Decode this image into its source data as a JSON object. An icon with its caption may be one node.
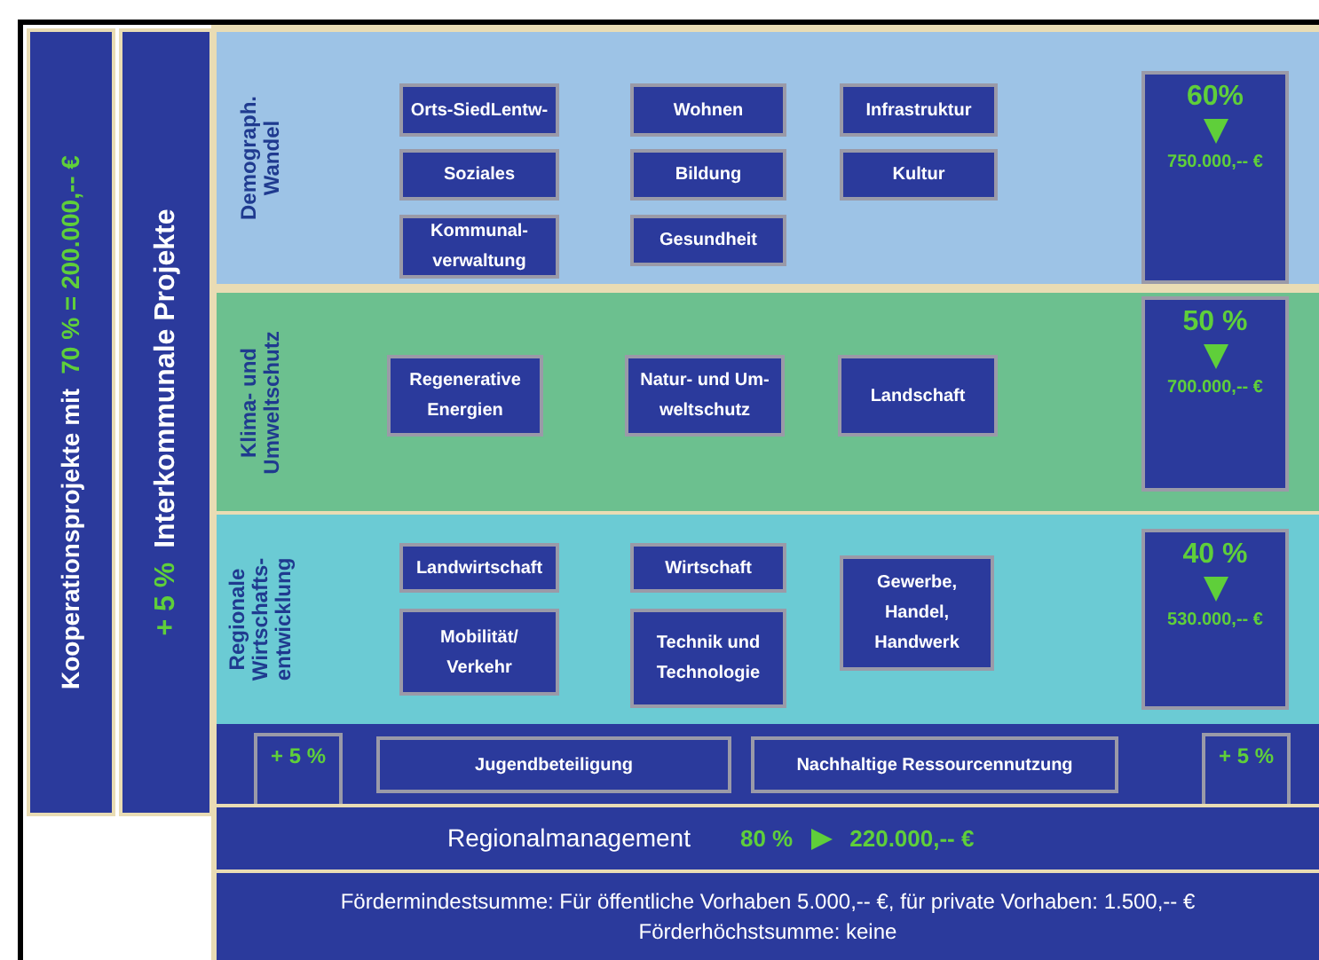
{
  "diagram": {
    "nodes": [
      {
        "text": [
          "Kooperationsprojekte mit",
          "70 % = 200.000,-- €"
        ]
      },
      {
        "text": [
          "+ 5 %",
          "Interkommunale Projekte"
        ]
      },
      {
        "text": [
          "Demograph. Wandel"
        ]
      },
      {
        "text": [
          "Orts-SiedLentw-"
        ],
        "in": 2
      },
      {
        "text": [
          "Wohnen"
        ],
        "in": 2
      },
      {
        "text": [
          "Infrastruktur"
        ],
        "in": 2
      },
      {
        "text": [
          "Soziales"
        ],
        "in": 2
      },
      {
        "text": [
          "Bildung"
        ],
        "in": 2
      },
      {
        "text": [
          "Kultur"
        ],
        "in": 2
      },
      {
        "text": [
          "Kommunal- verwaltung"
        ],
        "in": 2
      },
      {
        "text": [
          "Gesundheit"
        ],
        "in": 2
      },
      {
        "text": [
          "60%",
          "750.000,-- €"
        ],
        "in": 2
      },
      {
        "text": [
          "Klima- und Umweltschutz"
        ]
      },
      {
        "text": [
          "Regenerative Energien"
        ],
        "in": 12
      },
      {
        "text": [
          "Natur- und Um- weltschutz"
        ],
        "in": 12
      },
      {
        "text": [
          "Landschaft"
        ],
        "in": 12
      },
      {
        "text": [
          "50 %",
          "700.000,-- €"
        ],
        "in": 12
      },
      {
        "text": [
          "Regionale Wirtschafts- entwicklung"
        ]
      },
      {
        "text": [
          "Landwirtschaft"
        ],
        "in": 17
      },
      {
        "text": [
          "Wirtschaft"
        ],
        "in": 17
      },
      {
        "text": [
          "Gewerbe, Handel, Handwerk"
        ],
        "in": 17
      },
      {
        "text": [
          "Mobilität/ Verkehr"
        ],
        "in": 17
      },
      {
        "text": [
          "Technik und Technologie"
        ],
        "in": 17
      },
      {
        "text": [
          "40 %",
          "530.000,-- €"
        ],
        "in": 17
      },
      {
        "text": [],
        "shape": "bar"
      },
      {
        "text": [
          "+ 5 %"
        ],
        "in": 24
      },
      {
        "text": [
          "Jugendbeteiligung"
        ],
        "in": 24
      },
      {
        "text": [
          "Nachhaltige Ressourcennutzung"
        ],
        "in": 24
      },
      {
        "text": [
          "+ 5 %"
        ],
        "in": 24
      },
      {
        "text": [
          "Regionalmanagement",
          "80 %",
          "220.000,-- €"
        ]
      },
      {
        "text": [
          "Fördermindestsumme: Für öffentliche Vorhaben 5.000,-- €, für private Vorhaben: 1.500,-- €",
          "Förderhöchstsumme: keine"
        ]
      }
    ]
  }
}
